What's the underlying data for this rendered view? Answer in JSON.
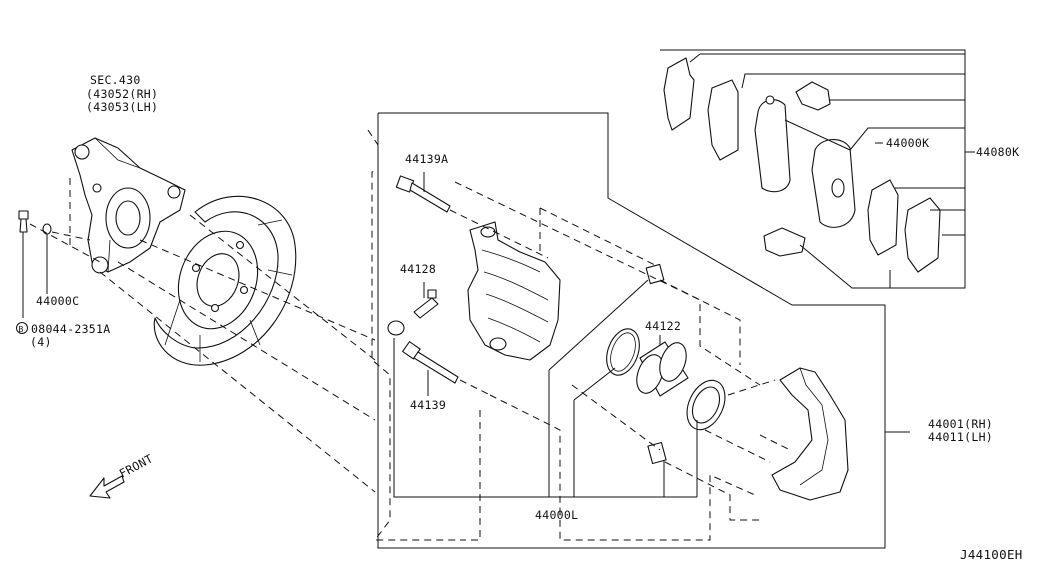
{
  "labels": {
    "sec430": "SEC.430",
    "knuckle_rh": "(43052(RH)",
    "knuckle_lh": "(43053(LH)",
    "bolt_44139a": "44139A",
    "bleeder_44128": "44128",
    "bolt_44139": "44139",
    "washer_44000c": "44000C",
    "bolt_code": "08044-2351A",
    "bolt_qty": "(4)",
    "piston_44122": "44122",
    "seal_kit_44000l": "44000L",
    "pad_44000k": "44000K",
    "pad_kit_44080k": "44080K",
    "caliper_rh": "44001(RH)",
    "caliper_lh": "44011(LH)",
    "front": "FRONT",
    "bolt_prefix": "B",
    "diagram_code": "J44100EH"
  }
}
